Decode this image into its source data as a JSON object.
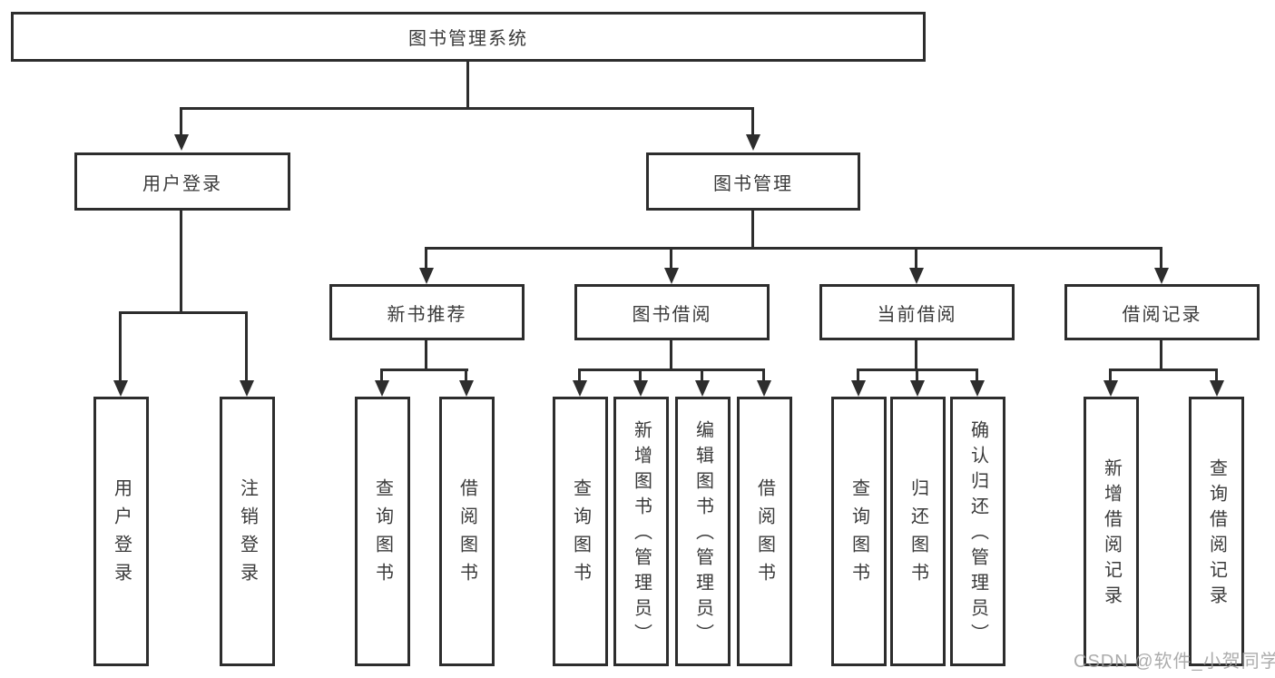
{
  "tree": {
    "root": {
      "label": "图书管理系统"
    },
    "branches": [
      {
        "label": "用户登录",
        "children": [
          {
            "label": "用户登录"
          },
          {
            "label": "注销登录"
          }
        ]
      },
      {
        "label": "图书管理",
        "children": [
          {
            "label": "新书推荐",
            "children": [
              {
                "label": "查询图书"
              },
              {
                "label": "借阅图书"
              }
            ]
          },
          {
            "label": "图书借阅",
            "children": [
              {
                "label": "查询图书"
              },
              {
                "label": "新增图书（管理员）"
              },
              {
                "label": "编辑图书（管理员）"
              },
              {
                "label": "借阅图书"
              }
            ]
          },
          {
            "label": "当前借阅",
            "children": [
              {
                "label": "查询图书"
              },
              {
                "label": "归还图书"
              },
              {
                "label": "确认归还（管理员）"
              }
            ]
          },
          {
            "label": "借阅记录",
            "children": [
              {
                "label": "新增借阅记录"
              },
              {
                "label": "查询借阅记录"
              }
            ]
          }
        ]
      }
    ]
  },
  "watermark": {
    "text": "CSDN @软件_小贺同学"
  },
  "colors": {
    "line": "#2d2d2d",
    "text": "#3a3a3a",
    "background": "#ffffff",
    "watermark": "#9e9e9e"
  }
}
